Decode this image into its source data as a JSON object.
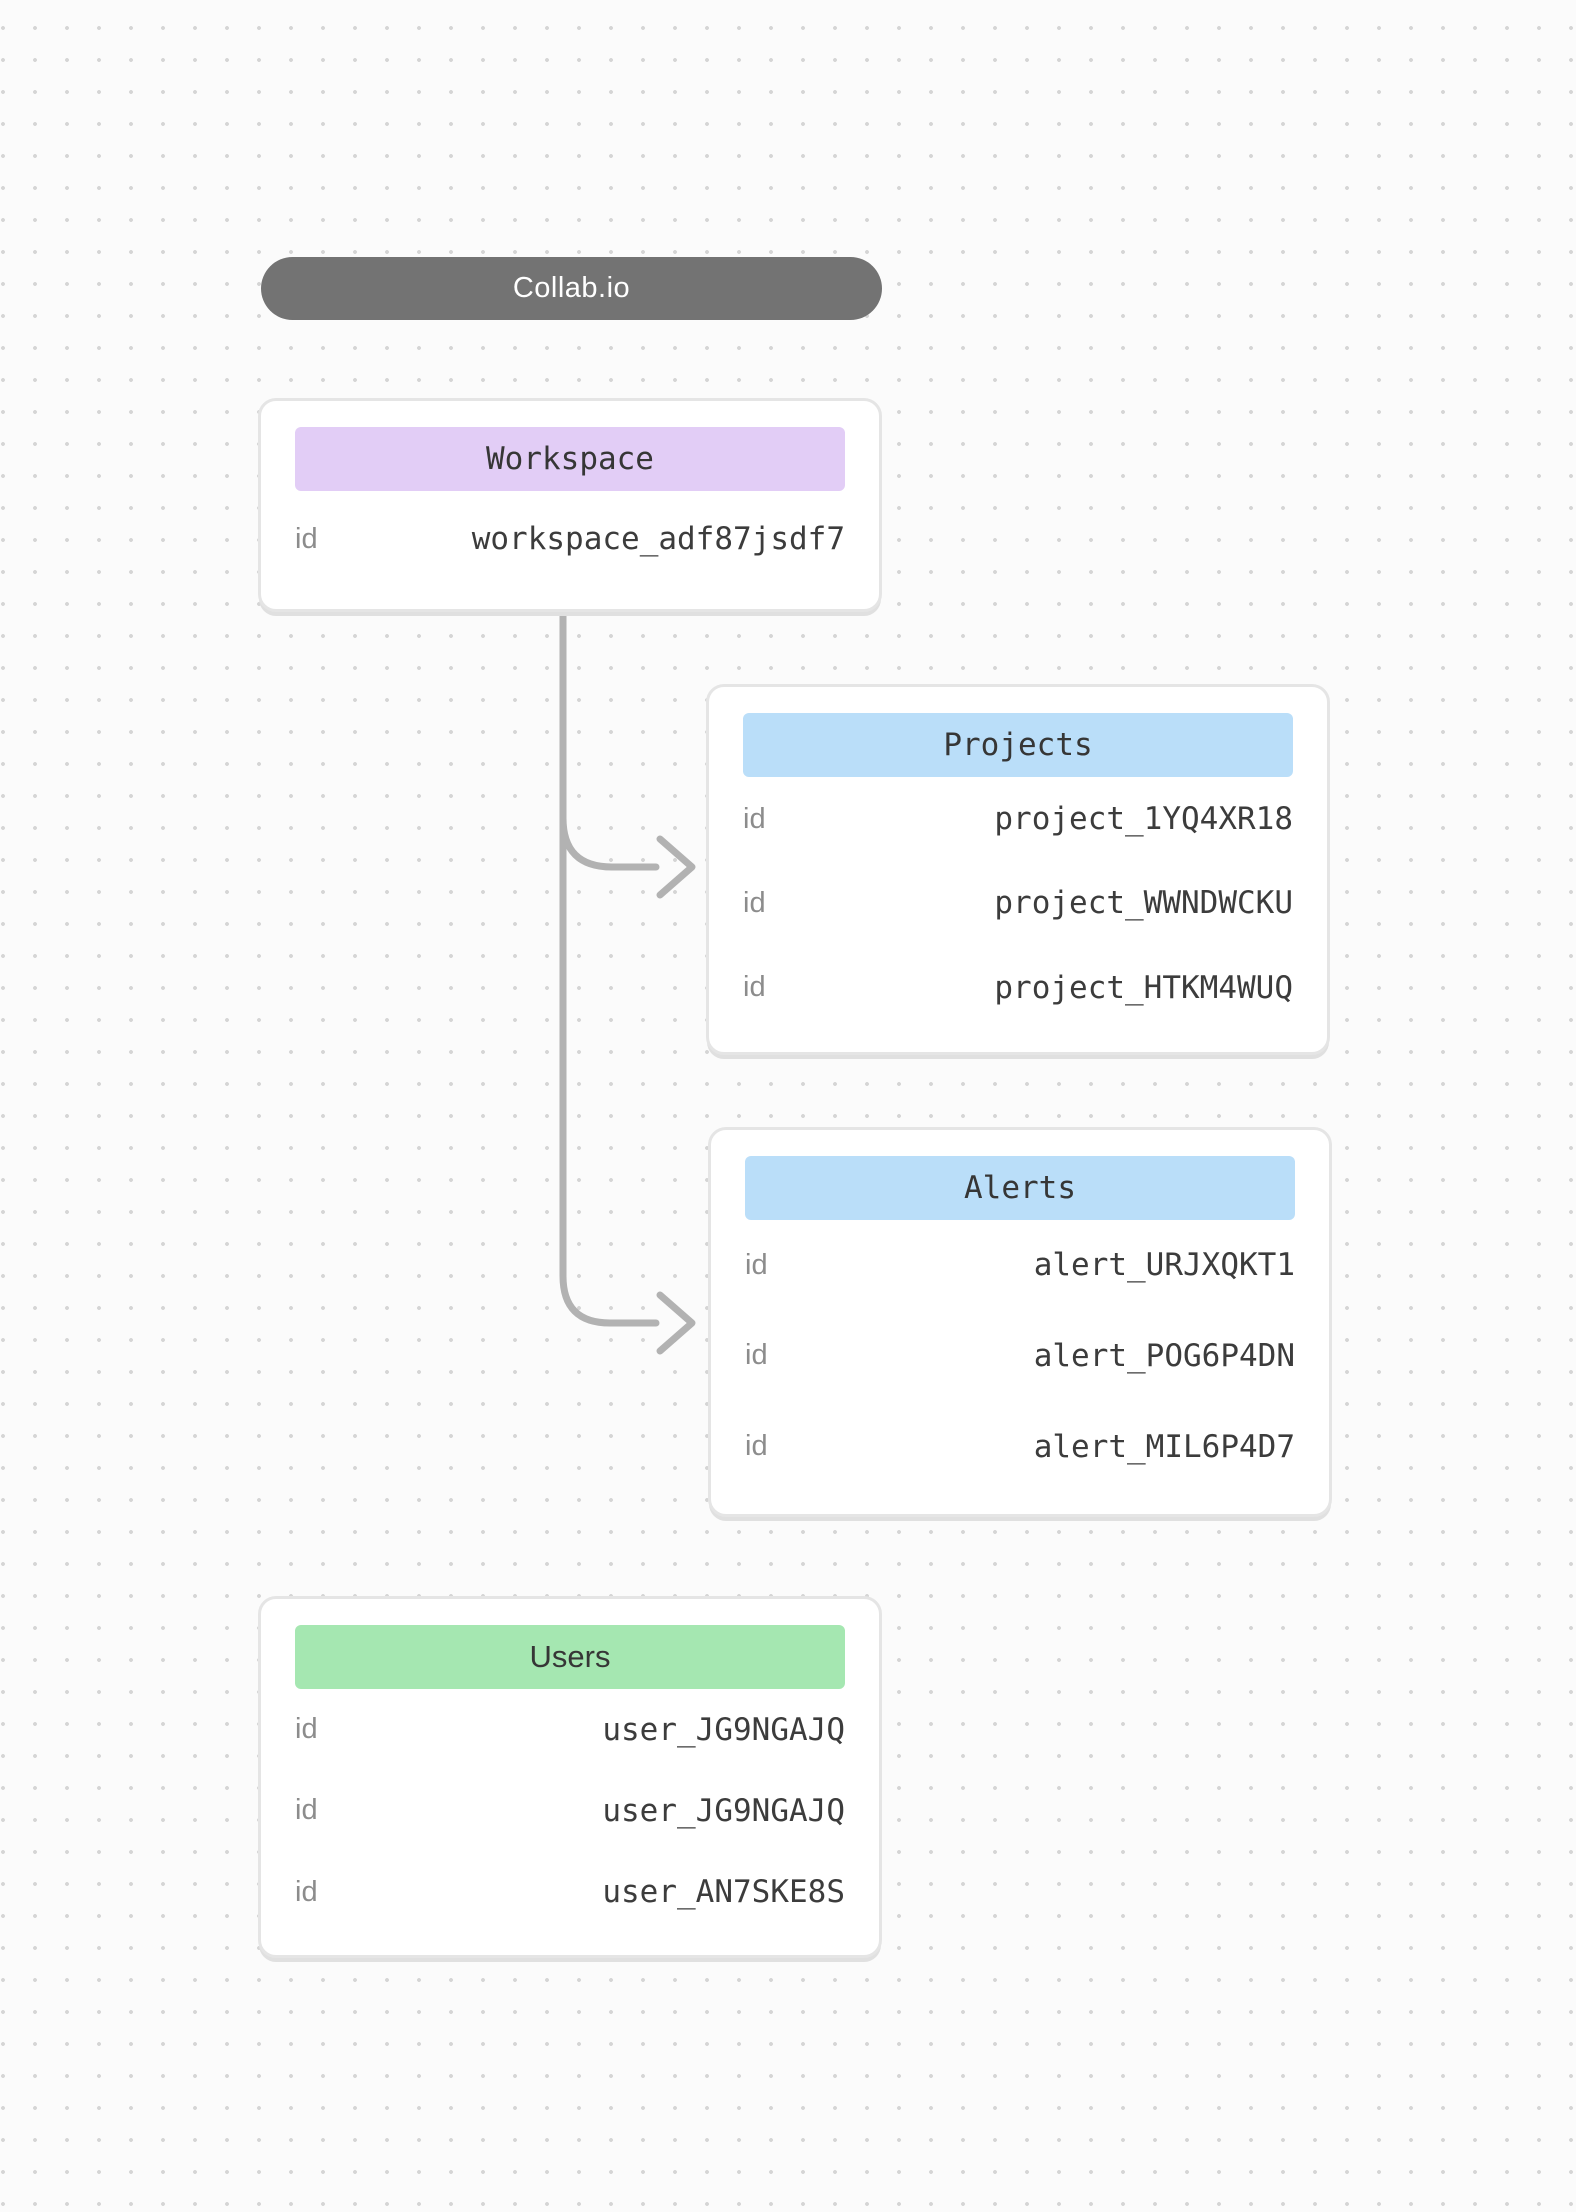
{
  "app": {
    "title": "Collab.io"
  },
  "colors": {
    "root_pill": "#737373",
    "workspace_header": "#e2cdf6",
    "projects_header": "#badef9",
    "alerts_header": "#badef9",
    "users_header": "#a5e7b1",
    "connector": "#b2b2b2"
  },
  "tables": {
    "workspace": {
      "title": "Workspace",
      "rows": [
        {
          "label": "id",
          "value": "workspace_adf87jsdf7"
        }
      ]
    },
    "projects": {
      "title": "Projects",
      "rows": [
        {
          "label": "id",
          "value": "project_1YQ4XR18"
        },
        {
          "label": "id",
          "value": "project_WWNDWCKU"
        },
        {
          "label": "id",
          "value": "project_HTKM4WUQ"
        }
      ]
    },
    "alerts": {
      "title": "Alerts",
      "rows": [
        {
          "label": "id",
          "value": "alert_URJXQKT1"
        },
        {
          "label": "id",
          "value": "alert_POG6P4DN"
        },
        {
          "label": "id",
          "value": "alert_MIL6P4D7"
        }
      ]
    },
    "users": {
      "title": "Users",
      "rows": [
        {
          "label": "id",
          "value": "user_JG9NGAJQ"
        },
        {
          "label": "id",
          "value": "user_JG9NGAJQ"
        },
        {
          "label": "id",
          "value": "user_AN7SKE8S"
        }
      ]
    }
  }
}
